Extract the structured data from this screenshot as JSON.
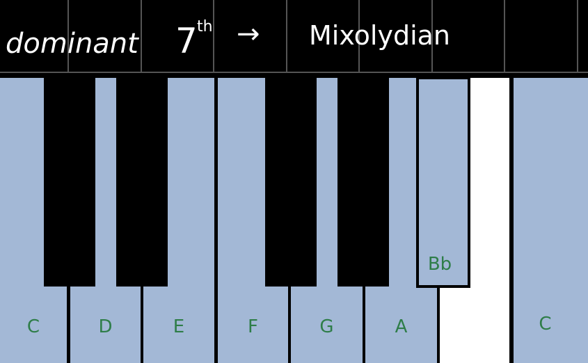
{
  "title": {
    "part1": "dominant",
    "part2": "7",
    "part3": "th",
    "arrow": "→",
    "part4": "Mixolydian"
  },
  "colors": {
    "background": "#000000",
    "highlight_key": "#a3b8d6",
    "plain_white_key": "#ffffff",
    "note_label": "#2e7d48",
    "grid": "#555555"
  },
  "keyboard": {
    "white_keys": [
      {
        "label": "C",
        "highlighted": true
      },
      {
        "label": "D",
        "highlighted": true
      },
      {
        "label": "E",
        "highlighted": true
      },
      {
        "label": "F",
        "highlighted": true
      },
      {
        "label": "G",
        "highlighted": true
      },
      {
        "label": "A",
        "highlighted": true
      },
      {
        "label": "",
        "highlighted": false
      },
      {
        "label": "C",
        "highlighted": true
      }
    ],
    "black_keys": [
      {
        "label": "",
        "highlighted": false
      },
      {
        "label": "",
        "highlighted": false
      },
      {
        "label": "",
        "highlighted": false
      },
      {
        "label": "",
        "highlighted": false
      },
      {
        "label": "Bb",
        "highlighted": true
      }
    ]
  }
}
